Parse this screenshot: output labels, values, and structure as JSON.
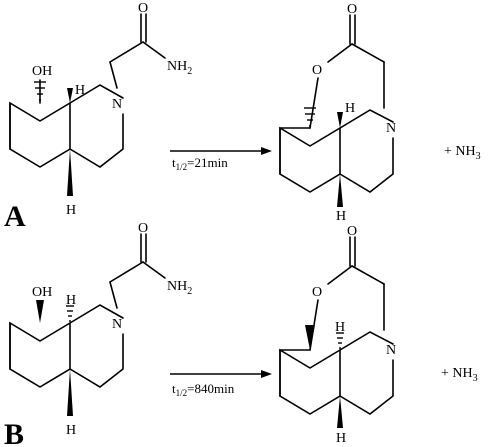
{
  "panels": [
    {
      "label": "A",
      "time": "21min",
      "byproduct": "NH3"
    },
    {
      "label": "B",
      "time": "840min",
      "byproduct": "NH3"
    }
  ],
  "atoms": {
    "oxygen": "O",
    "hydroxyl": "OH",
    "amide": "NH",
    "amide_sub": "2",
    "nitrogen": "N",
    "hydrogen": "H"
  },
  "half_life_prefix": "t",
  "half_life_sub": "1/2",
  "plus": "+ NH",
  "ammonia_sub": "3"
}
